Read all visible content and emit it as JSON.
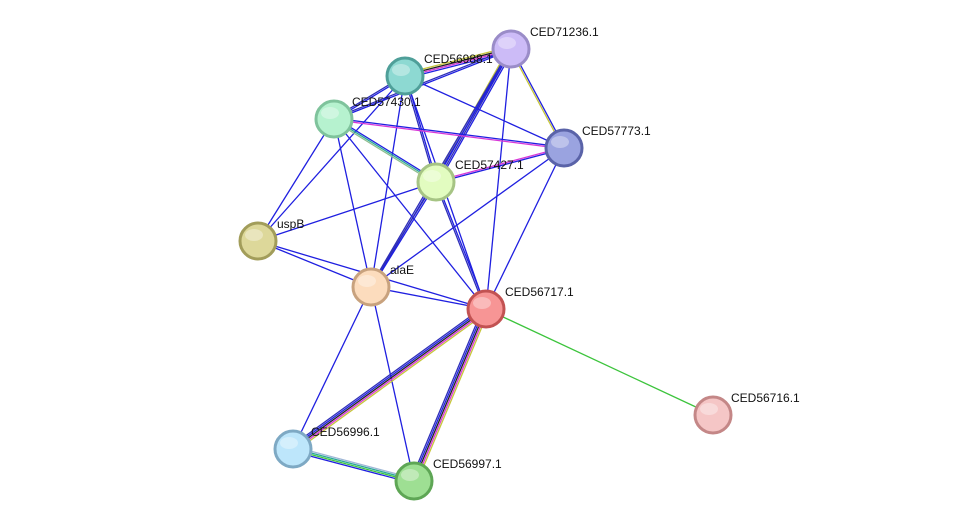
{
  "network": {
    "nodes": [
      {
        "id": "CED71236.1",
        "label": "CED71236.1",
        "fill": "#ccbbf7",
        "stroke": "#9a8cc8"
      },
      {
        "id": "CED56988.1",
        "label": "CED56988.1",
        "fill": "#8dd9d2",
        "stroke": "#4f9f99"
      },
      {
        "id": "CED57430.1",
        "label": "CED57430.1",
        "fill": "#b6f2cf",
        "stroke": "#7fc39c"
      },
      {
        "id": "CED57773.1",
        "label": "CED57773.1",
        "fill": "#9aa3e0",
        "stroke": "#5a63a8"
      },
      {
        "id": "CED57427.1",
        "label": "CED57427.1",
        "fill": "#e2fcc0",
        "stroke": "#a6c484"
      },
      {
        "id": "uspB",
        "label": "uspB",
        "fill": "#ddd89a",
        "stroke": "#a29d5a"
      },
      {
        "id": "alaE",
        "label": "alaE",
        "fill": "#fcdcbd",
        "stroke": "#c8a27e"
      },
      {
        "id": "CED56717.1",
        "label": "CED56717.1",
        "fill": "#f79595",
        "stroke": "#c25252"
      },
      {
        "id": "CED56716.1",
        "label": "CED56716.1",
        "fill": "#f5c6c6",
        "stroke": "#c48787"
      },
      {
        "id": "CED56996.1",
        "label": "CED56996.1",
        "fill": "#bde6fb",
        "stroke": "#7ea9c4"
      },
      {
        "id": "CED56997.1",
        "label": "CED56997.1",
        "fill": "#9edf93",
        "stroke": "#5ea655"
      }
    ],
    "edges": [
      {
        "source": "CED71236.1",
        "target": "CED56988.1",
        "colors": [
          "#1f1fe0",
          "#d838d8",
          "#222222",
          "#c6c63a"
        ]
      },
      {
        "source": "CED71236.1",
        "target": "CED57430.1",
        "colors": [
          "#1f1fe0",
          "#2e2eb8"
        ]
      },
      {
        "source": "CED71236.1",
        "target": "CED57773.1",
        "colors": [
          "#1f1fe0",
          "#c6c63a"
        ]
      },
      {
        "source": "CED71236.1",
        "target": "CED57427.1",
        "colors": [
          "#1f1fe0",
          "#2e2eb8",
          "#1f1fe0",
          "#c6c63a"
        ]
      },
      {
        "source": "CED71236.1",
        "target": "alaE",
        "colors": [
          "#1f1fe0",
          "#2e2eb8"
        ]
      },
      {
        "source": "CED71236.1",
        "target": "CED56717.1",
        "colors": [
          "#1f1fe0"
        ]
      },
      {
        "source": "CED56988.1",
        "target": "CED57430.1",
        "colors": [
          "#1f1fe0",
          "#2e2eb8"
        ]
      },
      {
        "source": "CED56988.1",
        "target": "CED57773.1",
        "colors": [
          "#1f1fe0"
        ]
      },
      {
        "source": "CED56988.1",
        "target": "CED57427.1",
        "colors": [
          "#1f1fe0",
          "#2e2eb8"
        ]
      },
      {
        "source": "CED56988.1",
        "target": "uspB",
        "colors": [
          "#1f1fe0"
        ]
      },
      {
        "source": "CED56988.1",
        "target": "alaE",
        "colors": [
          "#1f1fe0"
        ]
      },
      {
        "source": "CED56988.1",
        "target": "CED56717.1",
        "colors": [
          "#1f1fe0"
        ]
      },
      {
        "source": "CED57430.1",
        "target": "CED57773.1",
        "colors": [
          "#1f1fe0",
          "#d838d8"
        ]
      },
      {
        "source": "CED57430.1",
        "target": "CED57427.1",
        "colors": [
          "#1f1fe0",
          "#2aa89a",
          "#8fbf8f"
        ]
      },
      {
        "source": "CED57430.1",
        "target": "uspB",
        "colors": [
          "#1f1fe0"
        ]
      },
      {
        "source": "CED57430.1",
        "target": "alaE",
        "colors": [
          "#1f1fe0"
        ]
      },
      {
        "source": "CED57430.1",
        "target": "CED56717.1",
        "colors": [
          "#1f1fe0"
        ]
      },
      {
        "source": "CED57773.1",
        "target": "CED57427.1",
        "colors": [
          "#1f1fe0",
          "#d838d8"
        ]
      },
      {
        "source": "CED57773.1",
        "target": "alaE",
        "colors": [
          "#1f1fe0"
        ]
      },
      {
        "source": "CED57773.1",
        "target": "CED56717.1",
        "colors": [
          "#1f1fe0"
        ]
      },
      {
        "source": "CED57427.1",
        "target": "uspB",
        "colors": [
          "#1f1fe0"
        ]
      },
      {
        "source": "CED57427.1",
        "target": "alaE",
        "colors": [
          "#1f1fe0",
          "#2e2eb8"
        ]
      },
      {
        "source": "CED57427.1",
        "target": "CED56717.1",
        "colors": [
          "#1f1fe0",
          "#2e2eb8"
        ]
      },
      {
        "source": "uspB",
        "target": "alaE",
        "colors": [
          "#1f1fe0"
        ]
      },
      {
        "source": "uspB",
        "target": "CED56717.1",
        "colors": [
          "#1f1fe0"
        ]
      },
      {
        "source": "alaE",
        "target": "CED56717.1",
        "colors": [
          "#1f1fe0"
        ]
      },
      {
        "source": "alaE",
        "target": "CED56996.1",
        "colors": [
          "#1f1fe0"
        ]
      },
      {
        "source": "alaE",
        "target": "CED56997.1",
        "colors": [
          "#1f1fe0"
        ]
      },
      {
        "source": "CED56717.1",
        "target": "CED56716.1",
        "colors": [
          "#3cc43c"
        ]
      },
      {
        "source": "CED56717.1",
        "target": "CED56996.1",
        "colors": [
          "#c6c63a",
          "#d838d8",
          "#222222",
          "#1f1fe0",
          "#2e2eb8"
        ]
      },
      {
        "source": "CED56717.1",
        "target": "CED56997.1",
        "colors": [
          "#c6c63a",
          "#d838d8",
          "#222222",
          "#1f1fe0",
          "#2e2eb8"
        ]
      },
      {
        "source": "CED56996.1",
        "target": "CED56997.1",
        "colors": [
          "#9fb7d6",
          "#2aa89a",
          "#3cc43c",
          "#1f1fe0"
        ]
      }
    ]
  }
}
